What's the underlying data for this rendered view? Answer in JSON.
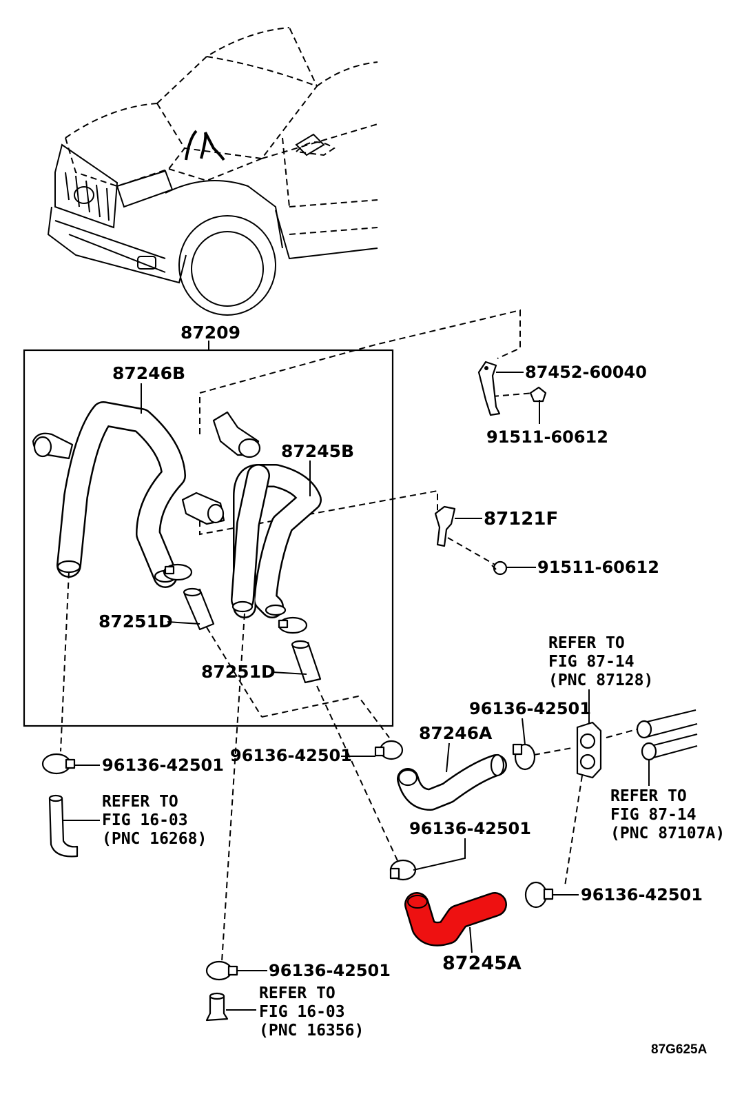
{
  "labels": {
    "assembly": "87209",
    "hose_87246b": "87246B",
    "hose_87245b": "87245B",
    "bracket_87452": "87452-60040",
    "bolt_top": "91511-60612",
    "bracket_87121f": "87121F",
    "bolt_mid": "91511-60612",
    "pipe_87251d_left": "87251D",
    "pipe_87251d_right": "87251D",
    "hose_87246a": "87246A",
    "hose_87245a": "87245A",
    "clamp_top_right": "96136-42501",
    "clamp_left": "96136-42501",
    "clamp_center": "96136-42501",
    "clamp_lower_center": "96136-42501",
    "clamp_lower_right": "96136-42501",
    "clamp_bottom": "96136-42501",
    "diagram_code": "87G625A"
  },
  "refs": {
    "top_right": [
      "REFER TO",
      "FIG 87-14",
      "(PNC 87128)"
    ],
    "right": [
      "REFER TO",
      "FIG 87-14",
      "(PNC 87107A)"
    ],
    "left": [
      "REFER TO",
      "FIG 16-03",
      "(PNC 16268)"
    ],
    "bottom": [
      "REFER TO",
      "FIG 16-03",
      "(PNC 16356)"
    ]
  },
  "colors": {
    "highlight_part": "#ee1111",
    "highlight_label": "#22dd22",
    "ink": "#000000"
  }
}
